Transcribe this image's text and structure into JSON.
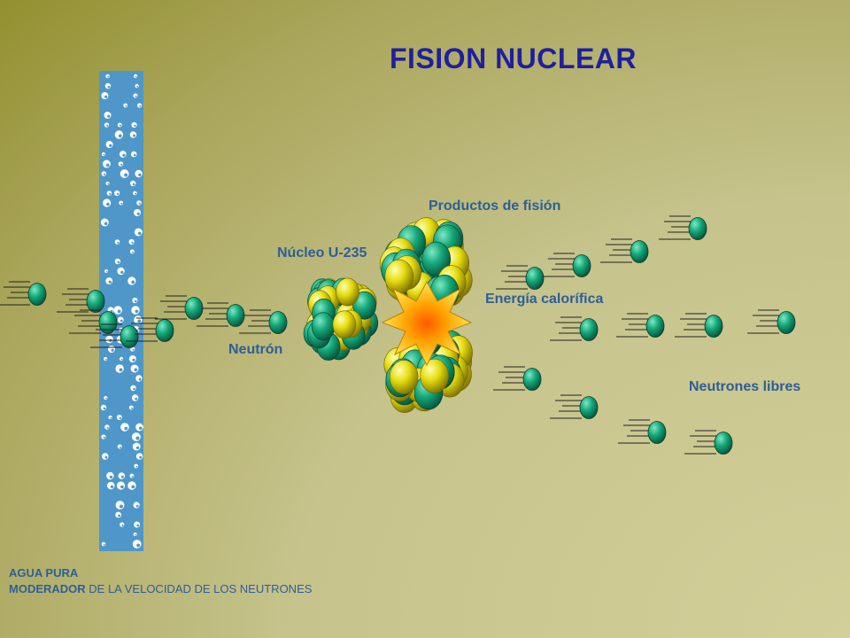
{
  "title": "FISION NUCLEAR",
  "labels": {
    "fission_products": "Productos de fisión",
    "nucleus": "Núcleo U-235",
    "heat_energy": "Energía calorífica",
    "neutron": "Neutrón",
    "free_neutrons": "Neutrones libres"
  },
  "footer": {
    "line1": "AGUA PURA",
    "line2_bold": "MODERADOR",
    "line2_rest": " DE LA VELOCIDAD DE LOS NEUTRONES"
  },
  "colors": {
    "neutron": "#15a97a",
    "proton": "#e6dc10",
    "water": "#4f97c8",
    "title": "#1f1f9e",
    "label": "#2d5f96",
    "explosion": "#ff8a00"
  }
}
